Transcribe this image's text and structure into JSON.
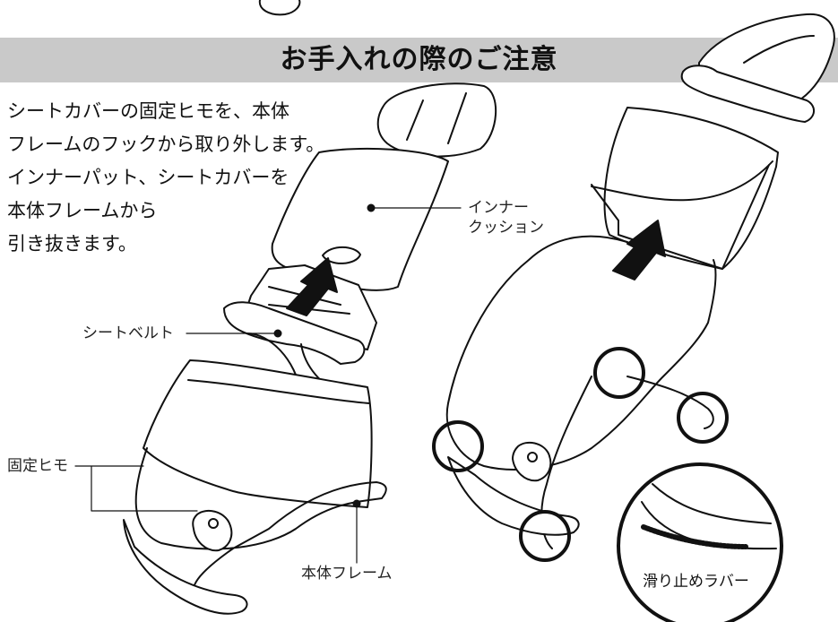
{
  "section": {
    "title": "お手入れの際のご注意",
    "instructions": [
      "シートカバーの固定ヒモを、本体",
      "フレームのフックから取り外します。",
      "インナーパット、シートカバーを",
      "本体フレームから",
      "引き抜きます。"
    ]
  },
  "labels": {
    "inner_cushion_line1": "インナー",
    "inner_cushion_line2": "クッション",
    "seat_belt": "シートベルト",
    "fixing_strap": "固定ヒモ",
    "main_frame": "本体フレーム",
    "anti_slip_rubber": "滑り止めラバー"
  },
  "colors": {
    "banner": "#c9c9c9",
    "line": "#111111"
  }
}
